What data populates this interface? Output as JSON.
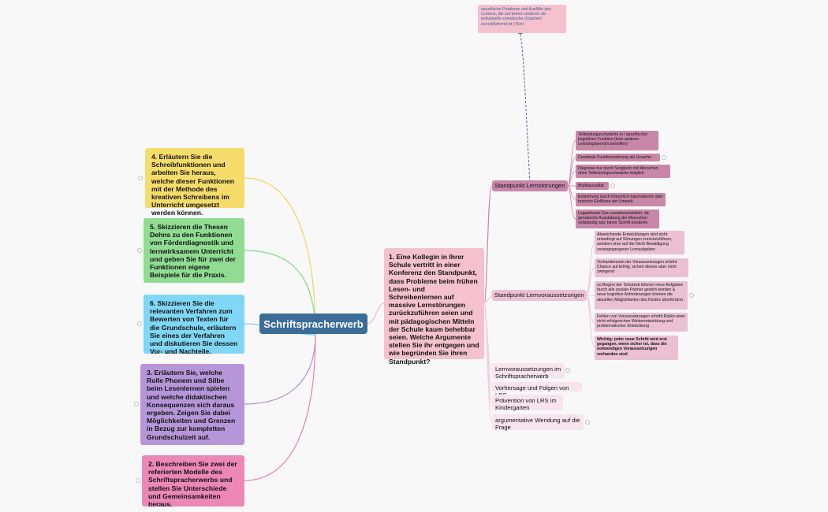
{
  "colors": {
    "center": "#3c6d99",
    "yellow": "#f6dc6b",
    "green": "#8fdc92",
    "blue": "#80d6f5",
    "purple": "#b696d8",
    "pink": "#ec87b6",
    "main": "#f4c1cd",
    "lernstoerungen": "#c886a8",
    "lernvoraussetzungen": "#ebc0d3",
    "lightpink": "#f8e4ec"
  },
  "center": {
    "label": "Schriftspracherwerb"
  },
  "tasks": {
    "t4": "4. Erläutern Sie die Schreibfunktionen und arbeiten Sie heraus, welche dieser Funktionen mit der Methode des kreativen Schreibens im Unterricht umgesetzt werden können.",
    "t5": "5. Skizzieren die Thesen Dehns zu den Funktionen von Förderdiagnostik und lernwirksamem Unterricht und geben Sie für zwei der Funktionen eigene Beispiele für die Praxis.",
    "t6": "6. Skizzieren Sie die relevanten Verfahren zum Bewerten von Texten für die Grundschule, erläutern Sie eines der Verfahren und diskutieren Sie dessen Vor- und Nachteile.",
    "t3": "3. Erläutern Sie, welche Rolle Phonem und Silbe beim Lesenlernen spielen und welche didaktischen Konsequenzen sich daraus ergeben. Zeigen Sie dabei Möglichkeiten und Grenzen in Bezug zur kompletten Grundschulzeit auf.",
    "t2": "2. Beschreiben Sie zwei der referierten Modelle des Schriftspracherwerbs und stellen Sie Unterschiede und Gemeinsamkeiten heraus.",
    "t1": "1. Eine Kollegin in Ihrer Schule vertritt in einer Konferenz den Standpunkt, dass Probleme beim frühen Lesen- und Schreibenlernen auf massive Lernstörungen zurückzuführen seien und mit pädagogischen Mitteln der Schule kaum behebbar seien. Welche Argumente stellen Sie ihr entgegen und wie begründen Sie ihren Standpunkt?"
  },
  "top_note": "spezifische Probleme und Ausfälle des Lernens, die auf keinen anderen als individuelle somatische Ursachen zurückführend ist (70er)",
  "branches": {
    "lernstoerungen": {
      "label": "Standpunkt Lernstörungen",
      "items": [
        "Teilleistungsschwäche in l spezifischer kognitiven Funktion (kein weiterer Leistungsbereich betroffen)",
        "Cerebrale Funktionsstörung als Ursache",
        "Diagnose nur durch Vergleich mit Menschen ohne Teilleistungsschwäche möglich",
        "Multikausalität",
        "Entstehung durch körperlich-traumatische oder toxische Einflüsse der Umwelt",
        "Legasthenie-Gen unwahrscheinlich, da genetische Ausstattung der Menschen vollständig war, bevor Schrift existierte"
      ]
    },
    "lernvoraussetzungen": {
      "label": "Standpunkt Lernvoraussetzungen",
      "items": [
        "Abweichende Entwicklungen sind nicht unbedingt auf Störungen zurückzuführen, sondern eher auf die Nicht-Bewältigung vorangegangener Lernaufgaben",
        "Vorhandensein der Voraussetzungen erhöht Chance auf Erfolg, sichert diesen aber nicht zwingend",
        "zu Beginn der Schulzeit können neue Aufgaben durch alle soziale Partner gestört werden & neue kognitive Anforderungen können die aktuellen Möglichkeiten des Kindes überfordern",
        "Fehlen von Voraussetzungen erhöht Risiko einer nicht erfolgreichen Weiterentwicklung und problematischer Entwicklung",
        "Wichtig: jeder neue Schritt wird erst gegangen, wenn sicher ist, dass die notwendigen Voraussetzungen vorhanden sind"
      ]
    },
    "others": [
      "Lernvoraussetzungen im Schriftspracherwerb",
      "Vorhersage und Folgen von LRS",
      "Prävention von LRS im Kindergarten",
      "argumentative Wendung auf die Frage"
    ]
  }
}
